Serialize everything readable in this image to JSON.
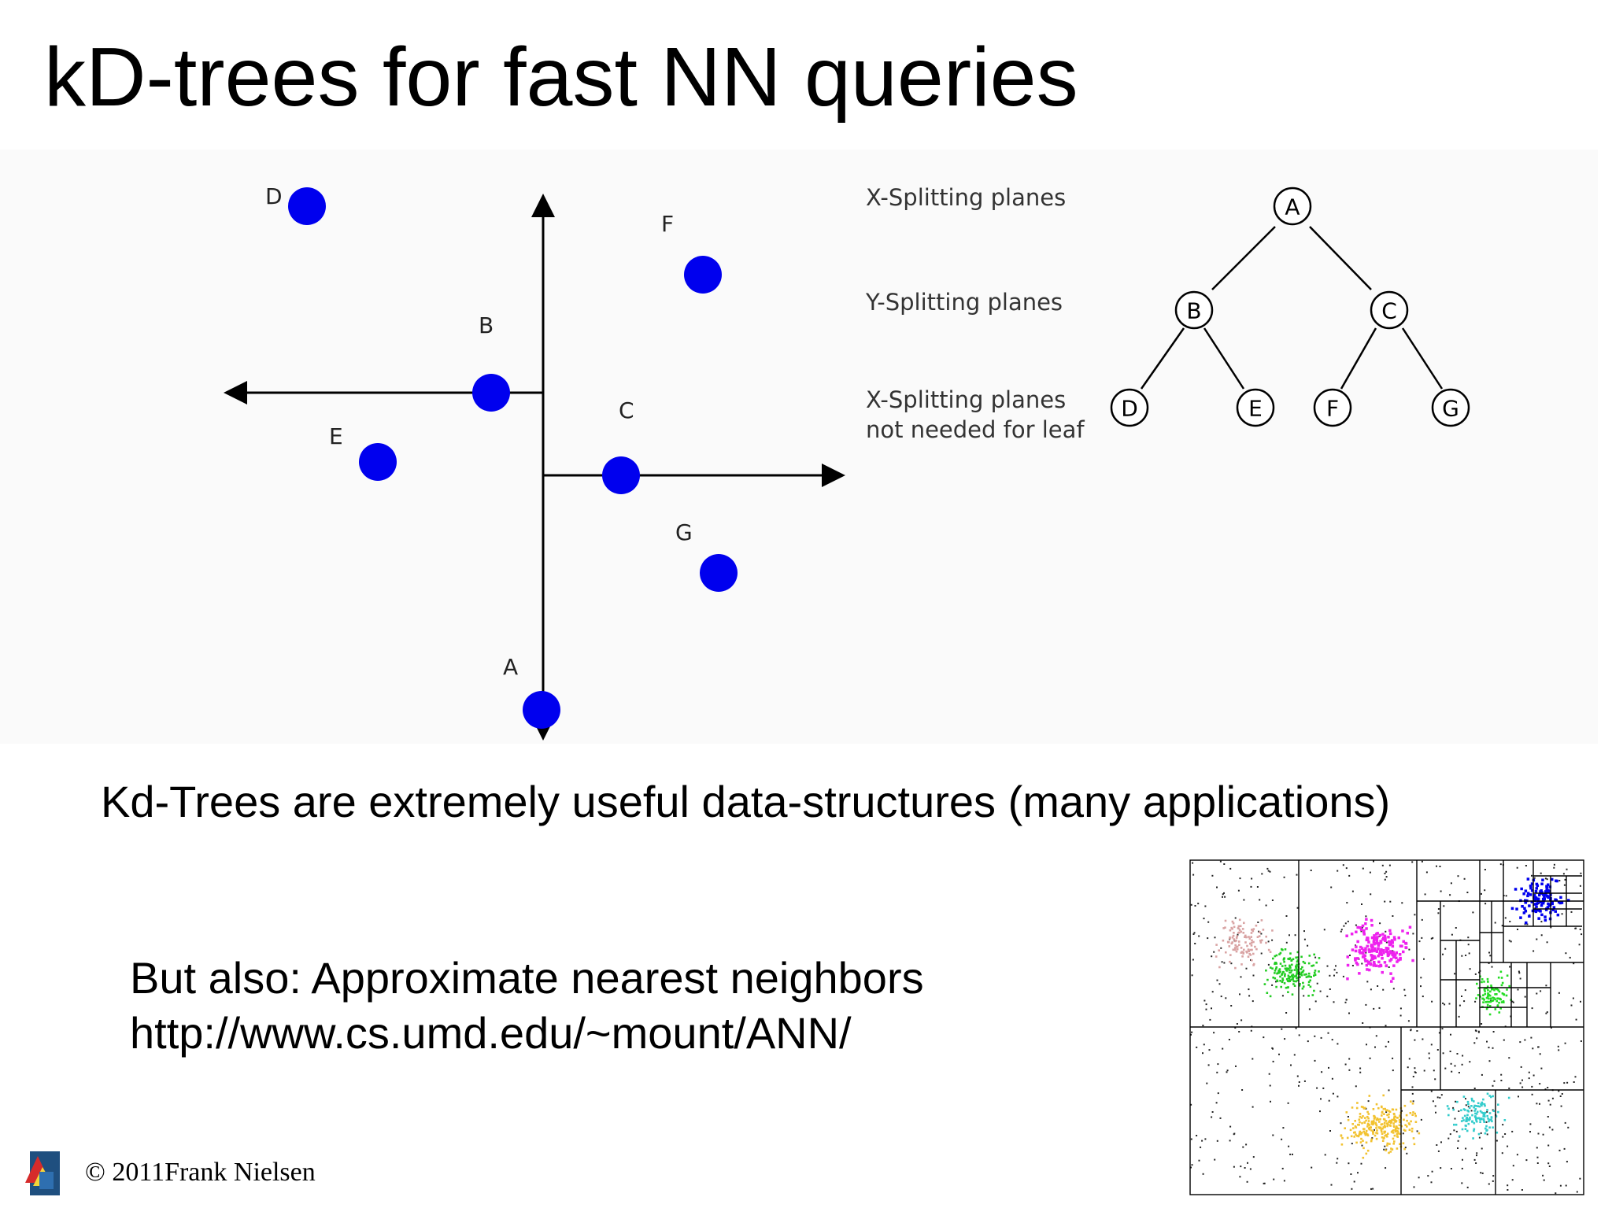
{
  "slide": {
    "title": "kD-trees for fast NN queries",
    "line1": "Kd-Trees are extremely useful data-structures (many applications)",
    "line2": "But also: Approximate nearest neighbors",
    "line3": "http://www.cs.umd.edu/~mount/ANN/",
    "copyright": "© 2011Frank Nielsen"
  },
  "diagram": {
    "point_labels": [
      "A",
      "B",
      "C",
      "D",
      "E",
      "F",
      "G"
    ],
    "point_color": "#0000ee",
    "plane_labels": {
      "x1": "X-Splitting planes",
      "y": "Y-Splitting planes",
      "x2": "X-Splitting planes",
      "x2b": "not needed for leaf"
    },
    "tree_nodes": [
      "A",
      "B",
      "C",
      "D",
      "E",
      "F",
      "G"
    ]
  },
  "scatter": {
    "cluster_colors": [
      "#d9a3a3",
      "#22cc22",
      "#ee22ee",
      "#0000ee",
      "#22dd22",
      "#f2c230",
      "#33cccc"
    ],
    "noise_color": "#222222"
  }
}
